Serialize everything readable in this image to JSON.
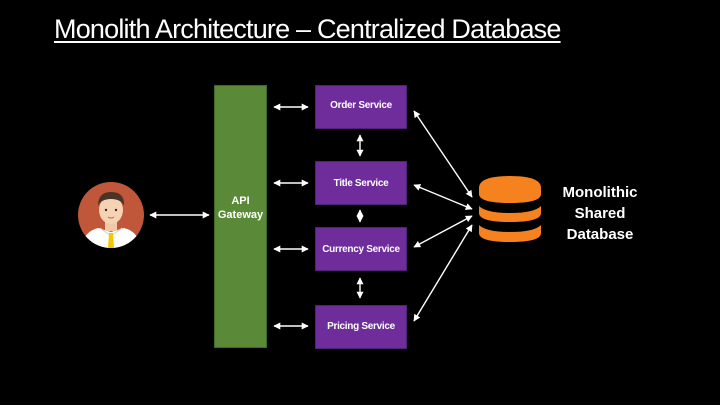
{
  "slide": {
    "title": "Monolith Architecture – Centralized Database"
  },
  "gateway": {
    "label": "API\nGateway",
    "color": "#5a8a37"
  },
  "services": [
    {
      "label": "Order Service"
    },
    {
      "label": "Title Service"
    },
    {
      "label": "Currency Service"
    },
    {
      "label": "Pricing Service"
    }
  ],
  "service_color": "#6f2c9b",
  "database": {
    "label": "Monolithic\nShared\nDatabase",
    "color": "#f5821f",
    "icon": "database-icon"
  },
  "user": {
    "icon": "user-avatar-icon",
    "circle_color": "#c0573a",
    "tie_color": "#f6c600"
  }
}
